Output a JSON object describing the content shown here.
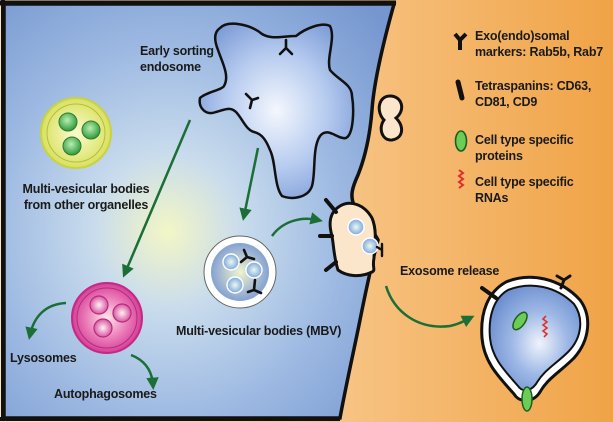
{
  "diagram": {
    "title": "Exosome biogenesis and release",
    "colors": {
      "cell_interior": "#7f9fd6",
      "extracellular": "#f4b56a",
      "membrane_outline": "#111111",
      "arrow": "#1b6e35",
      "mvb_other_organelles": "#d8e25a",
      "lysosome_body": "#d93a9a",
      "vesicle_blue": "#9fc3ea",
      "protein_green": "#4cae3e",
      "rna_red": "#e0302a"
    },
    "labels": {
      "early_sorting_endosome": [
        "Early sorting",
        "endosome"
      ],
      "mvb_other_organelles": [
        "Multi-vesicular bodies",
        "from other organelles"
      ],
      "lysosomes": "Lysosomes",
      "autophagosomes": "Autophagosomes",
      "mvb": "Multi-vesicular bodies (MBV)",
      "exosome_release": "Exosome release"
    },
    "legend": {
      "items": [
        {
          "icon": "y-marker-icon",
          "lines": [
            "Exo(endo)somal",
            "markers: Rab5b, Rab7"
          ]
        },
        {
          "icon": "tetraspanin-bar-icon",
          "lines": [
            "Tetraspanins: CD63,",
            "CD81, CD9"
          ]
        },
        {
          "icon": "green-oval-protein-icon",
          "lines": [
            "Cell type specific",
            "proteins"
          ]
        },
        {
          "icon": "red-squiggle-rna-icon",
          "lines": [
            "Cell type specific",
            "RNAs"
          ]
        }
      ]
    }
  }
}
